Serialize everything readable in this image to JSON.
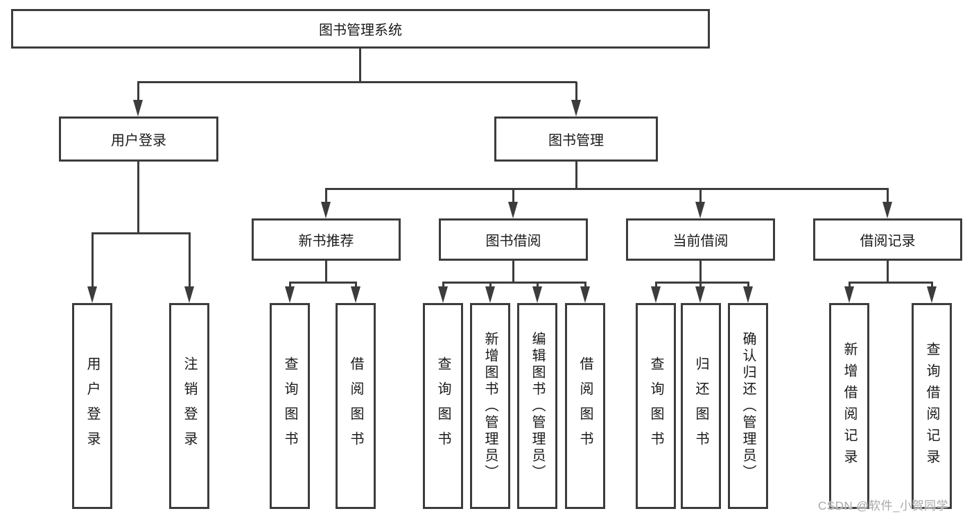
{
  "diagram_type": "tree",
  "nodes": {
    "root": "图书管理系统",
    "l2_user_login": "用户登录",
    "l2_book_management": "图书管理",
    "l3_new_book_recommendation": "新书推荐",
    "l3_book_borrowing": "图书借阅",
    "l3_current_borrowing": "当前借阅",
    "l3_borrowing_records": "借阅记录"
  },
  "leaves": {
    "user_login": "用户登录",
    "logout": "注销登录",
    "nb_query_books": "查询图书",
    "nb_borrow_books": "借阅图书",
    "bb_query_books": "查询图书",
    "bb_add_books": "新增图书（管理员）",
    "bb_edit_books": "编辑图书（管理员）",
    "bb_borrow_books": "借阅图书",
    "cb_query_books": "查询图书",
    "cb_return_books": "归还图书",
    "cb_confirm_return": "确认归还（管理员）",
    "br_add_record": "新增借阅记录",
    "br_query_record": "查询借阅记录"
  },
  "hierarchy": {
    "图书管理系统": [
      "用户登录",
      "图书管理"
    ],
    "用户登录": [
      "用户登录",
      "注销登录"
    ],
    "图书管理": [
      "新书推荐",
      "图书借阅",
      "当前借阅",
      "借阅记录"
    ],
    "新书推荐": [
      "查询图书",
      "借阅图书"
    ],
    "图书借阅": [
      "查询图书",
      "新增图书（管理员）",
      "编辑图书（管理员）",
      "借阅图书"
    ],
    "当前借阅": [
      "查询图书",
      "归还图书",
      "确认归还（管理员）"
    ],
    "借阅记录": [
      "新增借阅记录",
      "查询借阅记录"
    ]
  },
  "watermark": {
    "text": "CSDN @软件_小贺同学"
  },
  "colors": {
    "line": "#3c3c3c",
    "border": "#3c3c3c",
    "text": "#1a1a1a",
    "background": "#ffffff",
    "watermark": "#a9a9a9"
  }
}
